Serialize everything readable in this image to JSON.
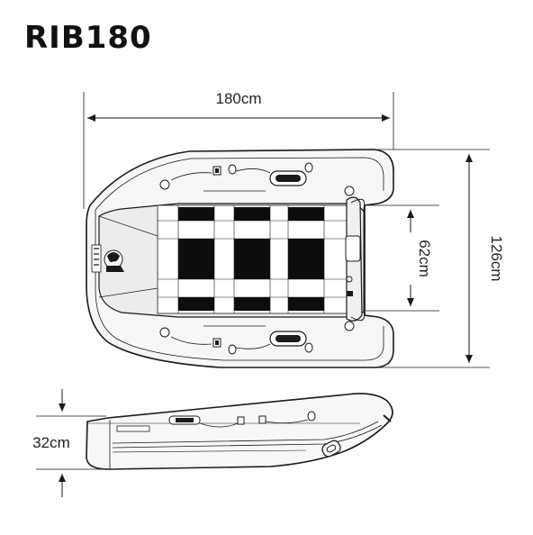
{
  "title": "RIB180",
  "dimensions": {
    "length": "180cm",
    "width_outer": "126cm",
    "width_inner": "62cm",
    "height": "32cm"
  },
  "colors": {
    "ink": "#1a1a1a",
    "hull_fill": "#f4f4f4",
    "tube_fill": "#f7f7f7",
    "floor_dark": "#0d0d0d",
    "floor_light": "#ffffff"
  },
  "views": [
    "top-view",
    "side-view"
  ]
}
